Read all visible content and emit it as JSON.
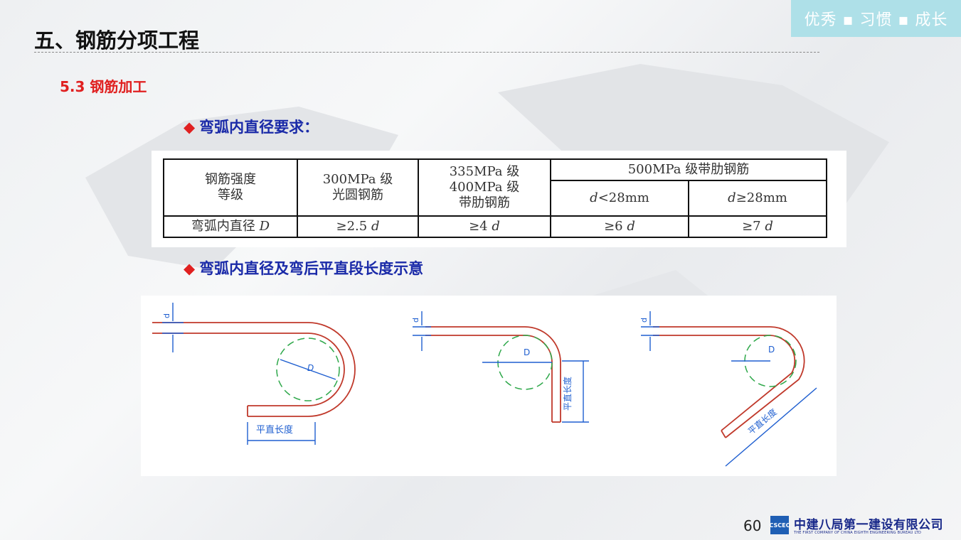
{
  "slogan": "优秀 ▪ 习惯 ▪ 成长",
  "main_title": "五、钢筋分项工程",
  "section_title": "5.3 钢筋加工",
  "bullet_1": "弯弧内直径要求：",
  "bullet_2": "弯弧内直径及弯后平直段长度示意",
  "table": {
    "col_grade_line1": "钢筋强度",
    "col_grade_line2": "等级",
    "col_300_line1": "300MPa 级",
    "col_300_line2": "光圆钢筋",
    "col_335_line1": "335MPa 级",
    "col_335_line2": "400MPa 级",
    "col_335_line3": "带肋钢筋",
    "col_500": "500MPa 级带肋钢筋",
    "sub_lt_var": "d",
    "sub_lt_rest": "<28mm",
    "sub_ge_var": "d",
    "sub_ge_rest": "≥28mm",
    "row_label": "弯弧内直径",
    "row_label_var": "D",
    "v1_num": "≥2.5",
    "v2_num": "≥4",
    "v3_num": "≥6",
    "v4_num": "≥7",
    "var_d": "d"
  },
  "diagram": {
    "label_d": "d",
    "label_D": "D",
    "label_length": "平直长度",
    "label_length_v": "平直长度"
  },
  "footer": {
    "page_number": "60",
    "logo_mark": "CSCEC",
    "company_cn": "中建八局第一建设有限公司",
    "company_en": "THE FIRST COMPANY OF CHINA EIGHTH ENGINEERING BUREAU LTD"
  },
  "colors": {
    "slogan_bg": "#aee0e8",
    "section_red": "#e02020",
    "bullet_blue": "#1a2aa8",
    "bar_red": "#c0392b",
    "dim_blue": "#1f5fd0",
    "circle_green": "#2ea84a"
  }
}
